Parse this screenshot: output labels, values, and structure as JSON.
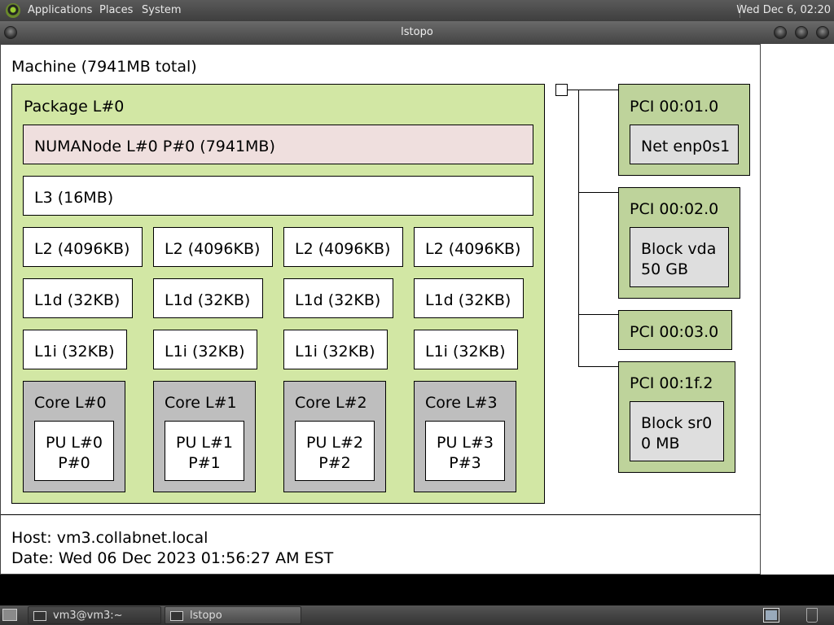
{
  "top_panel": {
    "menus": [
      "Applications",
      "Places",
      "System"
    ],
    "clock": "Wed Dec  6, 02:20"
  },
  "window": {
    "title": "lstopo"
  },
  "topology": {
    "machine": "Machine (7941MB total)",
    "package": "Package L#0",
    "numa": "NUMANode L#0 P#0 (7941MB)",
    "l3": "L3 (16MB)",
    "l2": [
      "L2 (4096KB)",
      "L2 (4096KB)",
      "L2 (4096KB)",
      "L2 (4096KB)"
    ],
    "l1d": [
      "L1d (32KB)",
      "L1d (32KB)",
      "L1d (32KB)",
      "L1d (32KB)"
    ],
    "l1i": [
      "L1i (32KB)",
      "L1i (32KB)",
      "L1i (32KB)",
      "L1i (32KB)"
    ],
    "cores": [
      {
        "core": "Core L#0",
        "pu1": "PU L#0",
        "pu2": "P#0"
      },
      {
        "core": "Core L#1",
        "pu1": "PU L#1",
        "pu2": "P#1"
      },
      {
        "core": "Core L#2",
        "pu1": "PU L#2",
        "pu2": "P#2"
      },
      {
        "core": "Core L#3",
        "pu1": "PU L#3",
        "pu2": "P#3"
      }
    ],
    "pci": [
      {
        "label": "PCI 00:01.0",
        "dev1": "Net enp0s1",
        "dev2": ""
      },
      {
        "label": "PCI 00:02.0",
        "dev1": "Block vda",
        "dev2": "50 GB"
      },
      {
        "label": "PCI 00:03.0"
      },
      {
        "label": "PCI 00:1f.2",
        "dev1": "Block sr0",
        "dev2": "0 MB"
      }
    ],
    "host": "Host: vm3.collabnet.local",
    "date": "Date: Wed 06 Dec 2023 01:56:27 AM EST"
  },
  "taskbar": {
    "tasks": [
      "vm3@vm3:~",
      "lstopo"
    ]
  }
}
